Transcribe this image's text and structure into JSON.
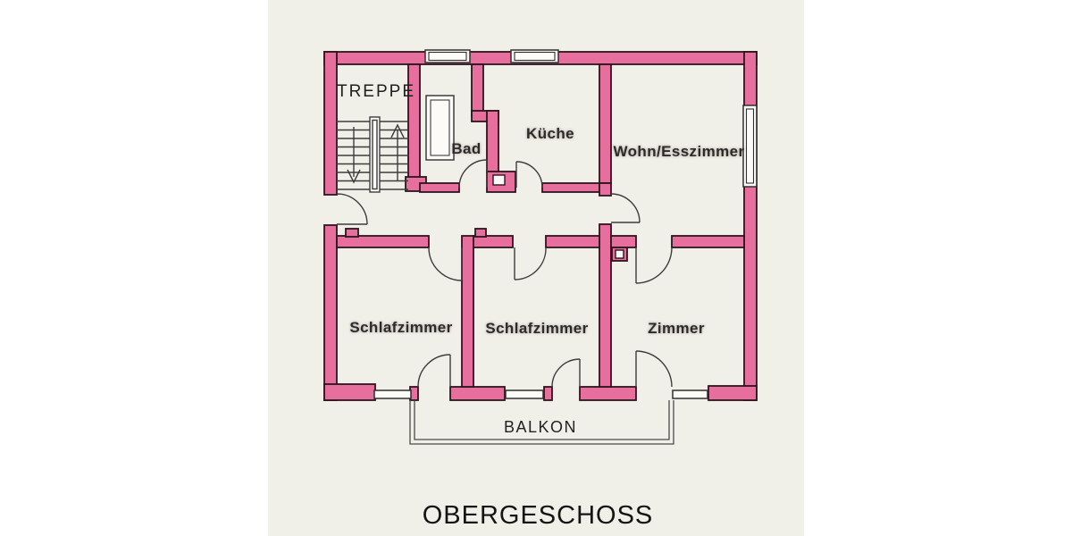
{
  "title": "OBERGESCHOSS",
  "colors": {
    "page": "#ffffff",
    "paper": "#f1f0e8",
    "wall_fill": "#e66f9e",
    "wall_outline": "#2c161d",
    "window_fill": "#fcfbf8",
    "line": "#3c3c3c",
    "balcony_line": "#4a4a4a"
  },
  "rooms": {
    "treppe": "TREPPE",
    "bad": "Bad",
    "kueche": "Küche",
    "wohn_esszimmer": "Wohn/Esszimmer",
    "schlafzimmer_links": "Schlafzimmer",
    "schlafzimmer_mitte": "Schlafzimmer",
    "zimmer": "Zimmer",
    "balkon": "BALKON"
  }
}
